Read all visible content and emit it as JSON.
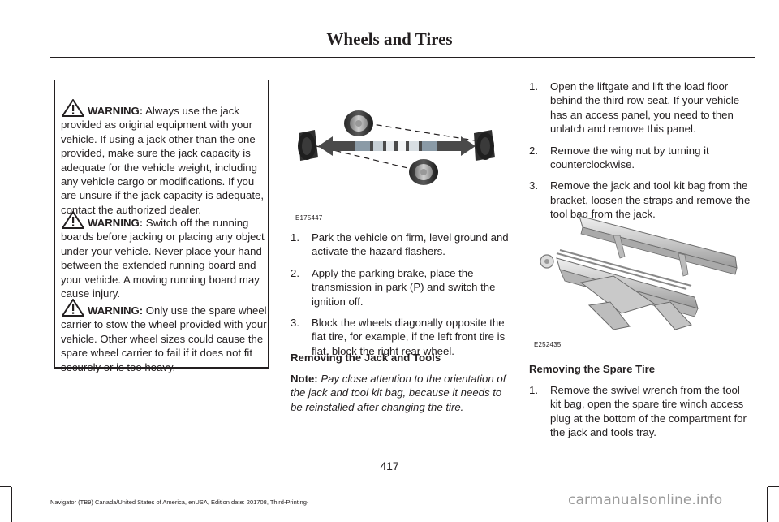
{
  "header": {
    "title": "Wheels and Tires"
  },
  "warnings": [
    {
      "label": "WARNING:",
      "text": " Always use the jack provided as original equipment with your vehicle. If using a jack other than the one provided, make sure the jack capacity is adequate for the vehicle weight, including any vehicle cargo or modifications. If you are unsure if the jack capacity is adequate, contact the authorized dealer."
    },
    {
      "label": "WARNING:",
      "text": " Switch off the running boards before jacking or placing any object under your vehicle. Never place your hand between the extended running board and your vehicle. A moving running board may cause injury."
    },
    {
      "label": "WARNING:",
      "text": " Only use the spare wheel carrier to stow the wheel provided with your vehicle. Other wheel sizes could cause the spare wheel carrier to fail if it does not fit securely or is too heavy."
    }
  ],
  "figure1": {
    "code": "E175447"
  },
  "steps_a": [
    {
      "num": "1.",
      "text": "Park the vehicle on firm, level ground and activate the hazard flashers."
    },
    {
      "num": "2.",
      "text": "Apply the parking brake, place the transmission in park (P) and switch the ignition off."
    },
    {
      "num": "3.",
      "text": "Block the wheels diagonally opposite the flat tire, for example, if the left front tire is flat, block the right rear wheel."
    }
  ],
  "section1": {
    "heading": "Removing the Jack and Tools"
  },
  "note": {
    "label": "Note:",
    "text": " Pay close attention to the orientation of the jack and tool kit bag, because it needs to be reinstalled after changing the tire."
  },
  "steps_b": [
    {
      "num": "1.",
      "text": "Open the liftgate and lift the load floor behind the third row seat. If your vehicle has an access panel, you need to then unlatch and remove this panel."
    },
    {
      "num": "2.",
      "text": "Remove the wing nut by turning it counterclockwise."
    },
    {
      "num": "3.",
      "text": "Remove the jack and tool kit bag from the bracket, loosen the straps and remove the tool bag from the jack."
    }
  ],
  "figure2": {
    "code": "E252435"
  },
  "section2": {
    "heading": "Removing the Spare Tire"
  },
  "steps_c": [
    {
      "num": "1.",
      "text": "Remove the swivel wrench from the tool kit bag, open the spare tire winch access plug at the bottom of the compartment for the jack and tools tray."
    }
  ],
  "page": {
    "number": "417"
  },
  "footer": {
    "text": "Navigator (TB9) Canada/United States of America, enUSA, Edition date: 201708, Third-Printing-"
  },
  "watermark": {
    "text": "carmanualsonline.info"
  }
}
